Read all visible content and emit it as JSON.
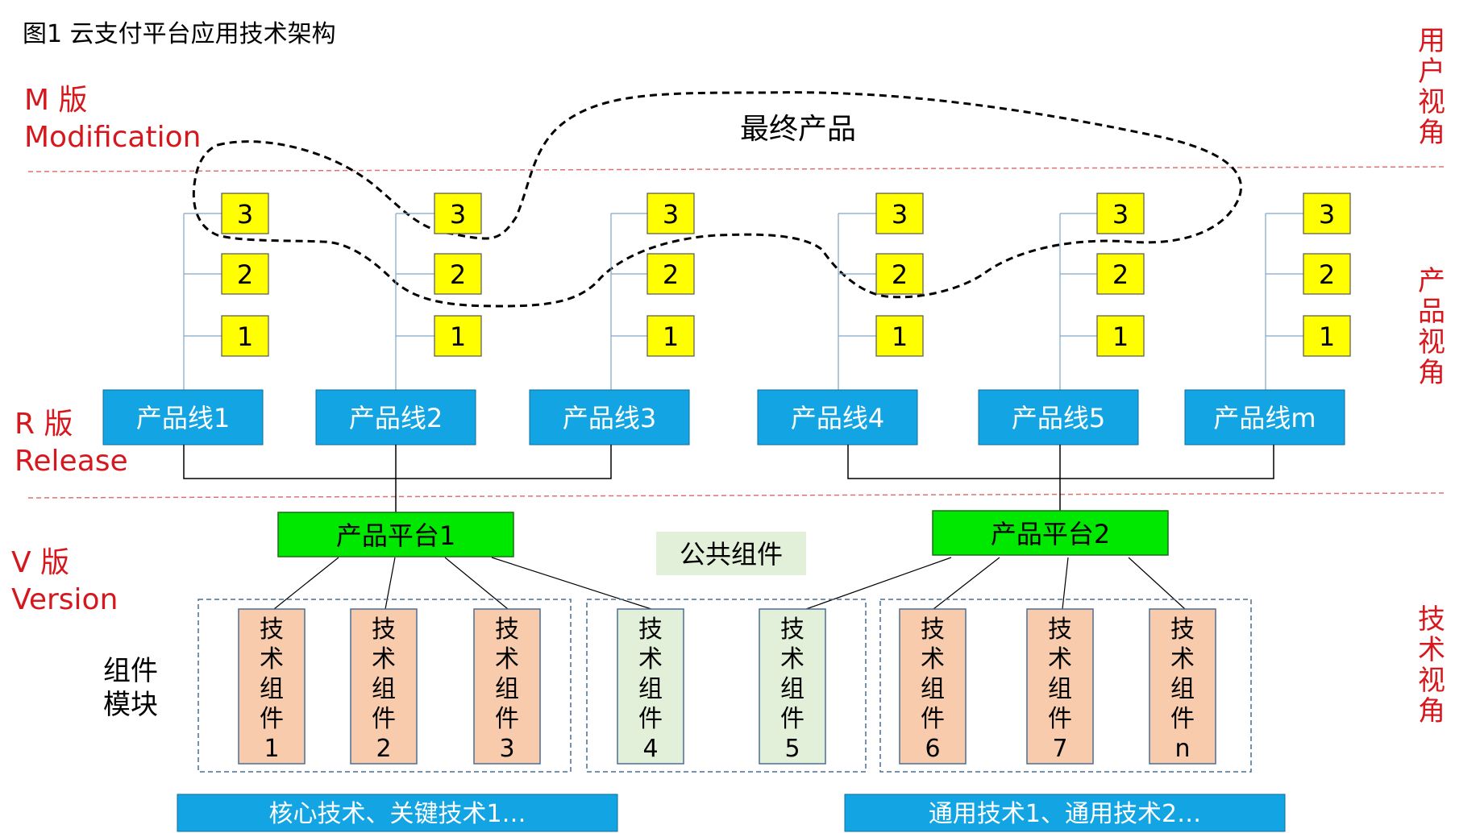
{
  "title": "图1  云支付平台应用技术架构",
  "layers": {
    "m": {
      "line1": "M 版",
      "line2": "Modification"
    },
    "r": {
      "line1": "R 版",
      "line2": "Release"
    },
    "v": {
      "line1": "V 版",
      "line2": "Version"
    }
  },
  "views": {
    "user": [
      "用",
      "户",
      "视",
      "角"
    ],
    "product": [
      "产",
      "品",
      "视",
      "角"
    ],
    "tech": [
      "技",
      "术",
      "视",
      "角"
    ]
  },
  "final_product": "最终产品",
  "product_lines": [
    {
      "label": "产品线1",
      "versions": [
        "3",
        "2",
        "1"
      ]
    },
    {
      "label": "产品线2",
      "versions": [
        "3",
        "2",
        "1"
      ]
    },
    {
      "label": "产品线3",
      "versions": [
        "3",
        "2",
        "1"
      ]
    },
    {
      "label": "产品线4",
      "versions": [
        "3",
        "2",
        "1"
      ]
    },
    {
      "label": "产品线5",
      "versions": [
        "3",
        "2",
        "1"
      ]
    },
    {
      "label": "产品线m",
      "versions": [
        "3",
        "2",
        "1"
      ]
    }
  ],
  "platforms": [
    "产品平台1",
    "产品平台2"
  ],
  "public_components": "公共组件",
  "component_module": [
    "组件",
    "模块"
  ],
  "components": [
    {
      "chars": [
        "技",
        "术",
        "组",
        "件"
      ],
      "num": "1",
      "kind": "core"
    },
    {
      "chars": [
        "技",
        "术",
        "组",
        "件"
      ],
      "num": "2",
      "kind": "core"
    },
    {
      "chars": [
        "技",
        "术",
        "组",
        "件"
      ],
      "num": "3",
      "kind": "core"
    },
    {
      "chars": [
        "技",
        "术",
        "组",
        "件"
      ],
      "num": "4",
      "kind": "public"
    },
    {
      "chars": [
        "技",
        "术",
        "组",
        "件"
      ],
      "num": "5",
      "kind": "public"
    },
    {
      "chars": [
        "技",
        "术",
        "组",
        "件"
      ],
      "num": "6",
      "kind": "core"
    },
    {
      "chars": [
        "技",
        "术",
        "组",
        "件"
      ],
      "num": "7",
      "kind": "core"
    },
    {
      "chars": [
        "技",
        "术",
        "组",
        "件"
      ],
      "num": "n",
      "kind": "core"
    }
  ],
  "tech_bars": [
    "核心技术、关键技术1…",
    "通用技术1、通用技术2…"
  ],
  "colors": {
    "red": "#d6181e",
    "blue": "#13a5e3",
    "green": "#00e800",
    "yellow": "#ffff00",
    "peach": "#f8cbad",
    "mint": "#e2f0d9",
    "public_bg": "#e2f0d9",
    "connector": "#000000",
    "version_line": "#7fa6c9"
  }
}
